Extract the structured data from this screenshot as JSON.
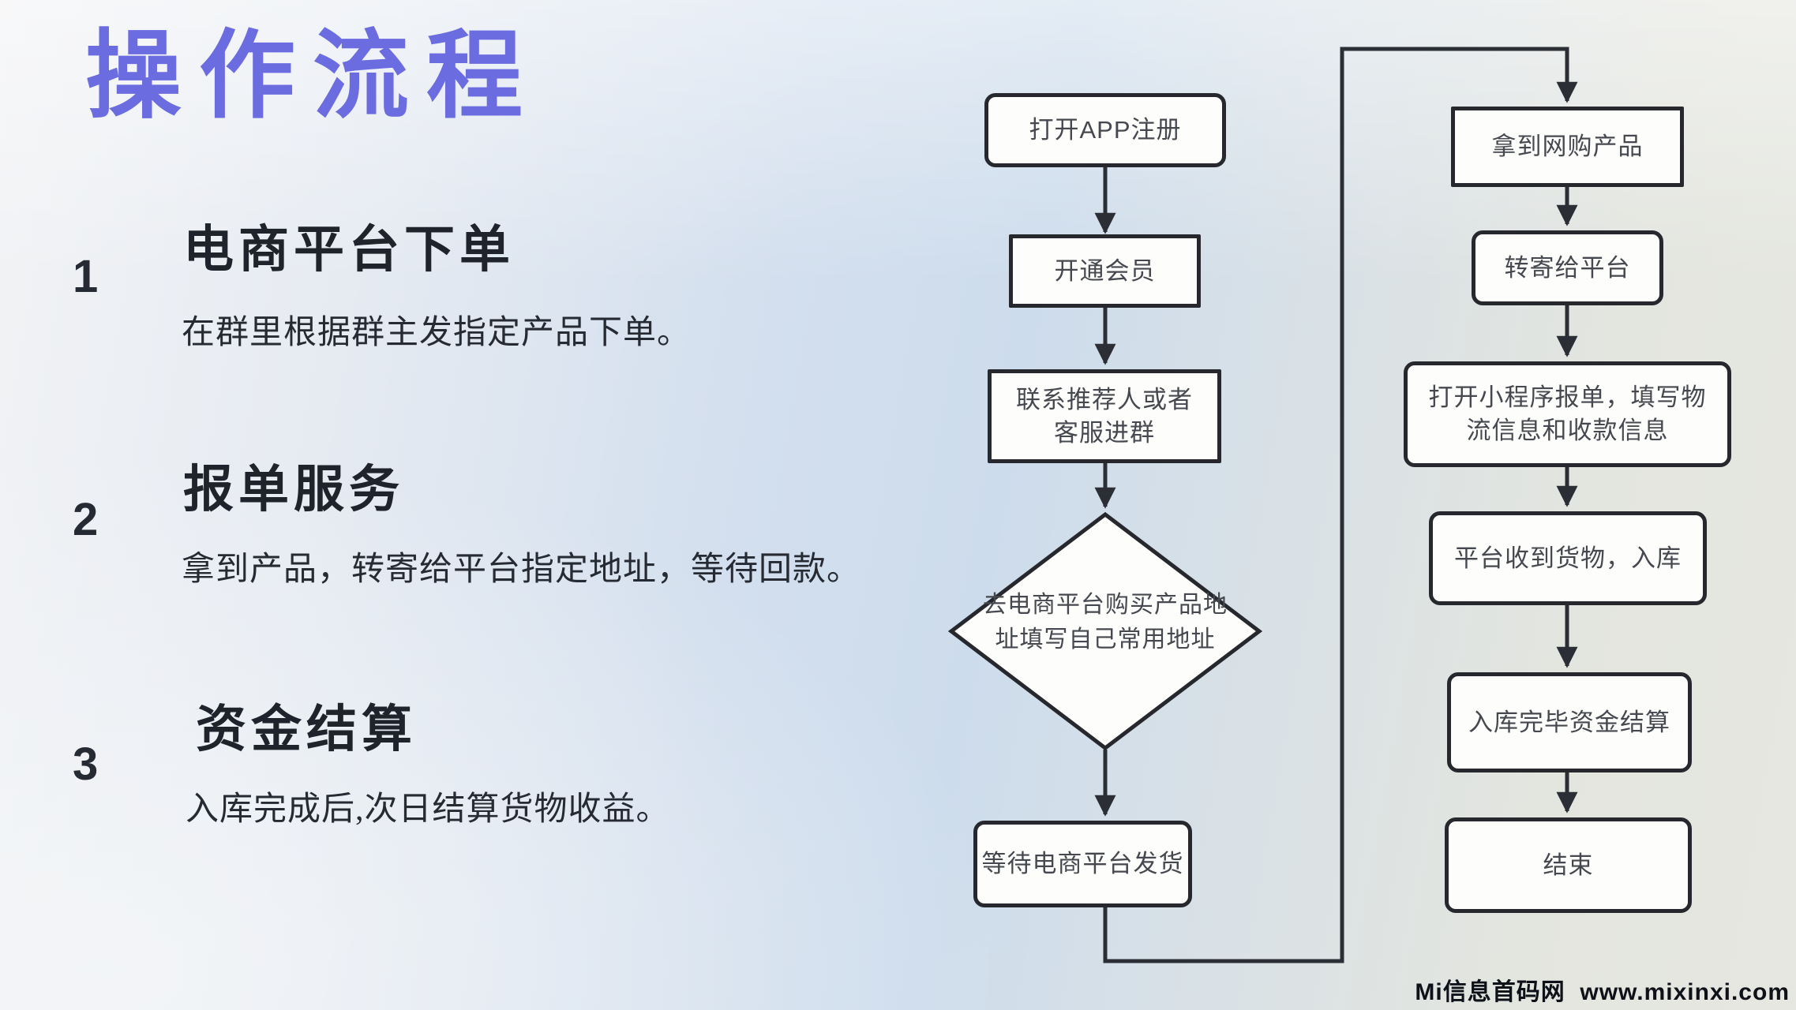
{
  "title": "操作流程",
  "steps": [
    {
      "num": "1",
      "heading": "电商平台下单",
      "desc": "在群里根据群主发指定产品下单。"
    },
    {
      "num": "2",
      "heading": "报单服务",
      "desc": "拿到产品，转寄给平台指定地址，等待回款。"
    },
    {
      "num": "3",
      "heading": "资金结算",
      "desc": "入库完成后,次日结算货物收益。"
    }
  ],
  "flow": {
    "left": [
      {
        "label": "打开APP注册",
        "shape": "rounded"
      },
      {
        "label": "开通会员",
        "shape": "rect"
      },
      {
        "label": "联系推荐人或者\n客服进群",
        "shape": "rect"
      },
      {
        "label": "去电商平台购买产品地\n址填写自己常用地址",
        "shape": "diamond"
      },
      {
        "label": "等待电商平台发货",
        "shape": "rounded"
      }
    ],
    "right": [
      {
        "label": "拿到网购产品",
        "shape": "rect"
      },
      {
        "label": "转寄给平台",
        "shape": "rounded"
      },
      {
        "label": "打开小程序报单，填写物\n流信息和收款信息",
        "shape": "rounded"
      },
      {
        "label": "平台收到货物，入库",
        "shape": "rounded"
      },
      {
        "label": "入库完毕资金结算",
        "shape": "rounded"
      },
      {
        "label": "结束",
        "shape": "rounded"
      }
    ]
  },
  "watermark": "Mi信息首码网  www.mixinxi.com",
  "colors": {
    "accent_title": "#6b6ce0",
    "line": "#2b2e35",
    "box_fill": "#fdfdfb",
    "box_border": "#26282e",
    "box_text": "#45484e",
    "heading_text": "#1f232b",
    "watermark_text": "#0f1119"
  }
}
